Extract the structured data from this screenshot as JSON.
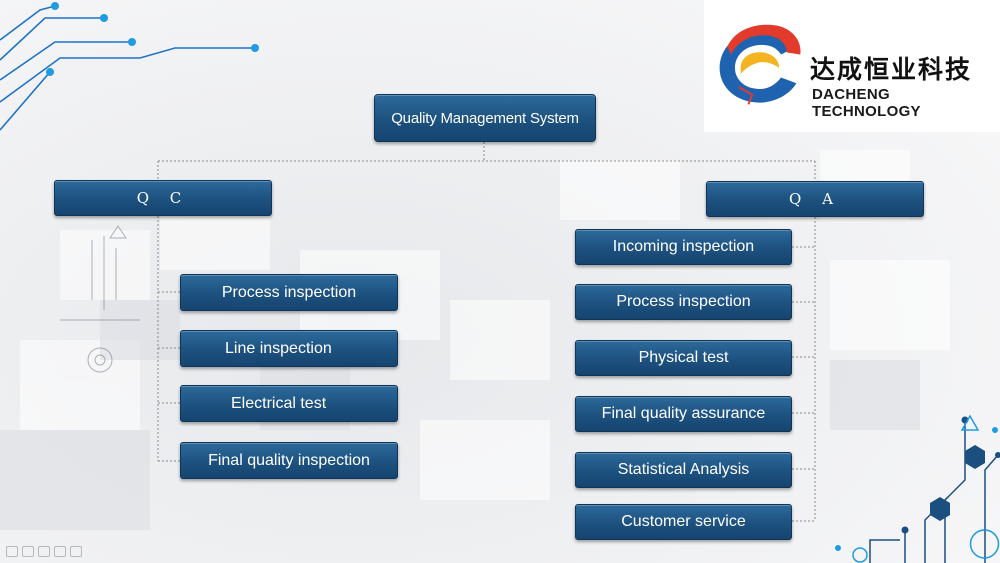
{
  "logo": {
    "chinese_name": "达成恒业科技",
    "english_name": "DACHENG TECHNOLOGY",
    "colors": {
      "red": "#e23a2b",
      "blue": "#1f63b0",
      "yellow": "#f4b320"
    }
  },
  "diagram": {
    "root": "Quality Management System",
    "branches": [
      {
        "label": "Q C",
        "items": [
          "Process inspection",
          "Line inspection",
          "Electrical test",
          "Final quality inspection"
        ]
      },
      {
        "label": "Q A",
        "items": [
          "Incoming inspection",
          "Process inspection",
          "Physical test",
          "Final quality assurance",
          "Statistical Analysis",
          "Customer service"
        ]
      }
    ],
    "node_color": "#1d517f",
    "connector_color": "#8a8a8a"
  },
  "decor_icons": [
    "circuit-lines-icon",
    "hexagon-circuit-icon",
    "warning-triangle-icon"
  ],
  "toolbar_icons": [
    "pen-icon",
    "eraser-icon",
    "highlighter-icon",
    "pointer-icon",
    "screen-icon"
  ]
}
